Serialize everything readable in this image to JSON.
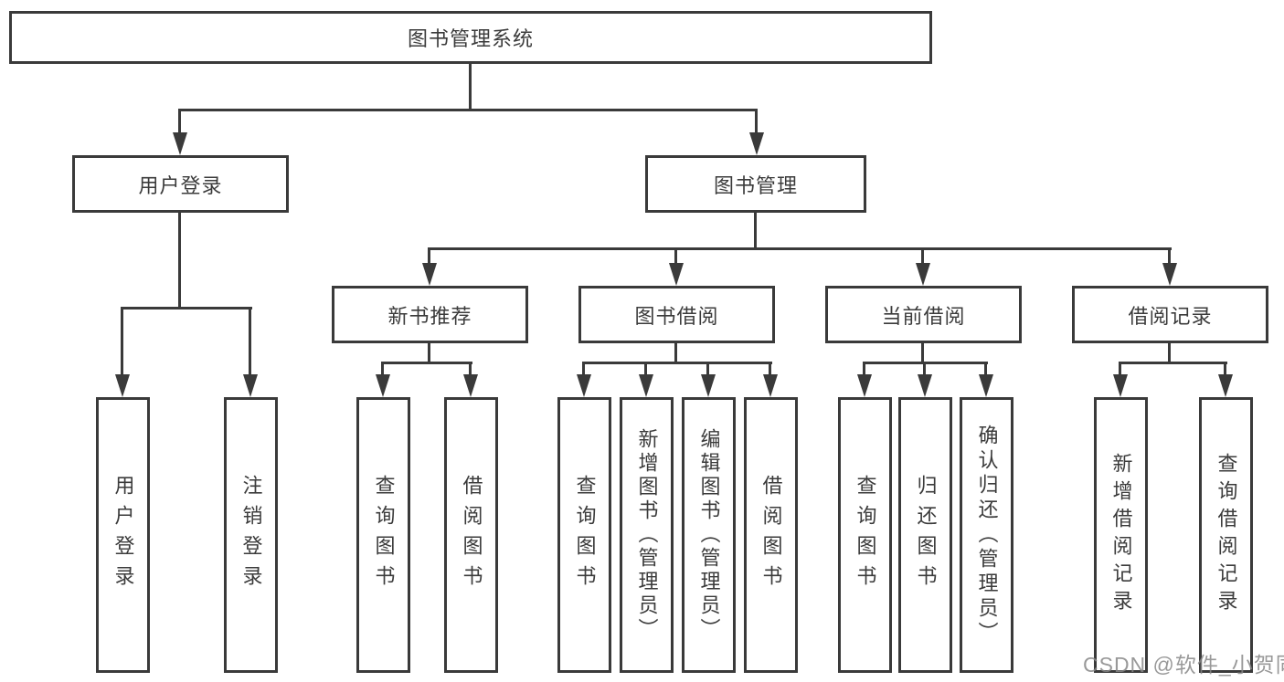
{
  "root": {
    "label": "图书管理系统"
  },
  "branches": [
    {
      "label": "用户登录",
      "leaves": [
        "用户登录",
        "注销登录"
      ]
    },
    {
      "label": "图书管理",
      "children": [
        {
          "label": "新书推荐",
          "leaves": [
            "查询图书",
            "借阅图书"
          ]
        },
        {
          "label": "图书借阅",
          "leaves": [
            "查询图书",
            "新增图书（管理员）",
            "编辑图书（管理员）",
            "借阅图书"
          ]
        },
        {
          "label": "当前借阅",
          "leaves": [
            "查询图书",
            "归还图书",
            "确认归还（管理员）"
          ]
        },
        {
          "label": "借阅记录",
          "leaves": [
            "新增借阅记录",
            "查询借阅记录"
          ]
        }
      ]
    }
  ],
  "watermark": "CSDN @软件_小贺同学",
  "colors": {
    "line": "#3a3a3a",
    "text": "#3b3b3b",
    "background": "#ffffff",
    "watermark": "#878787"
  }
}
